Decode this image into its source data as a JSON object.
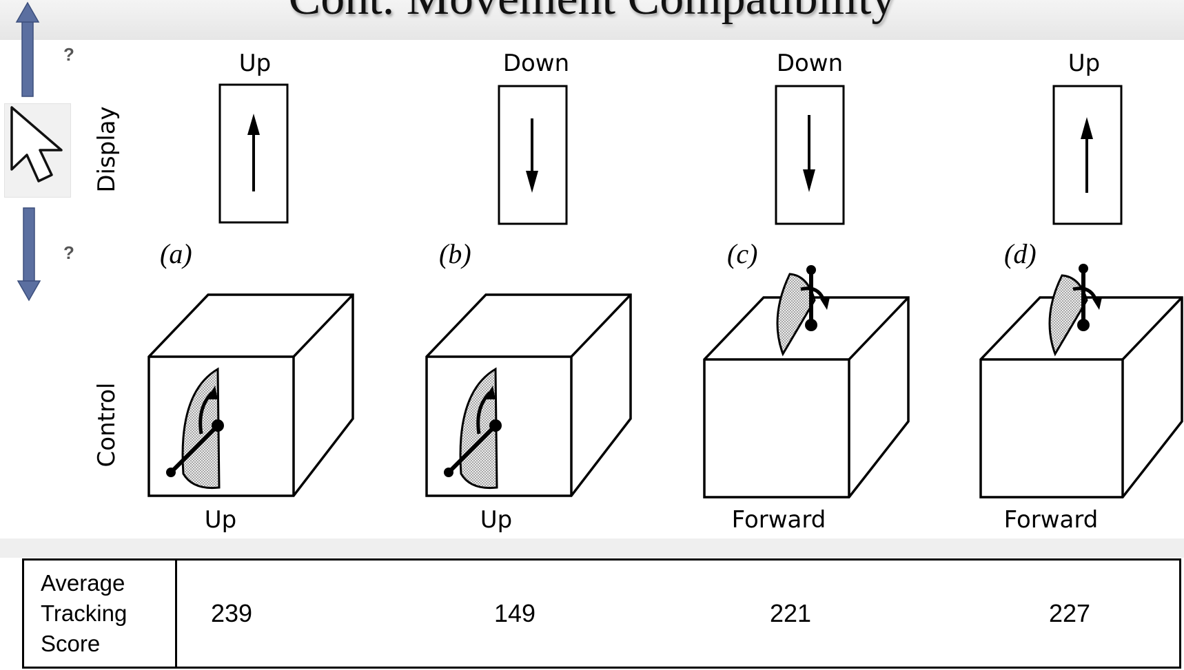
{
  "slide": {
    "title": "Cont. Movement Compatibility"
  },
  "side_controls": {
    "question_up": "?",
    "question_down": "?"
  },
  "axis_labels": {
    "display": "Display",
    "control": "Control"
  },
  "panels": [
    {
      "letter": "(a)",
      "display_direction": "Up",
      "control_direction": "Up",
      "display_arrow": "up",
      "control_type": "front-lever"
    },
    {
      "letter": "(b)",
      "display_direction": "Down",
      "control_direction": "Up",
      "display_arrow": "down",
      "control_type": "front-lever"
    },
    {
      "letter": "(c)",
      "display_direction": "Down",
      "control_direction": "Forward",
      "display_arrow": "down",
      "control_type": "top-lever"
    },
    {
      "letter": "(d)",
      "display_direction": "Up",
      "control_direction": "Forward",
      "display_arrow": "up",
      "control_type": "top-lever"
    }
  ],
  "score_table": {
    "row_header": [
      "Average",
      "Tracking",
      "Score"
    ],
    "scores": [
      "239",
      "149",
      "221",
      "227"
    ]
  },
  "colors": {
    "side_arrow": "#5b6fa0",
    "stipple": "#c8c8c8"
  }
}
